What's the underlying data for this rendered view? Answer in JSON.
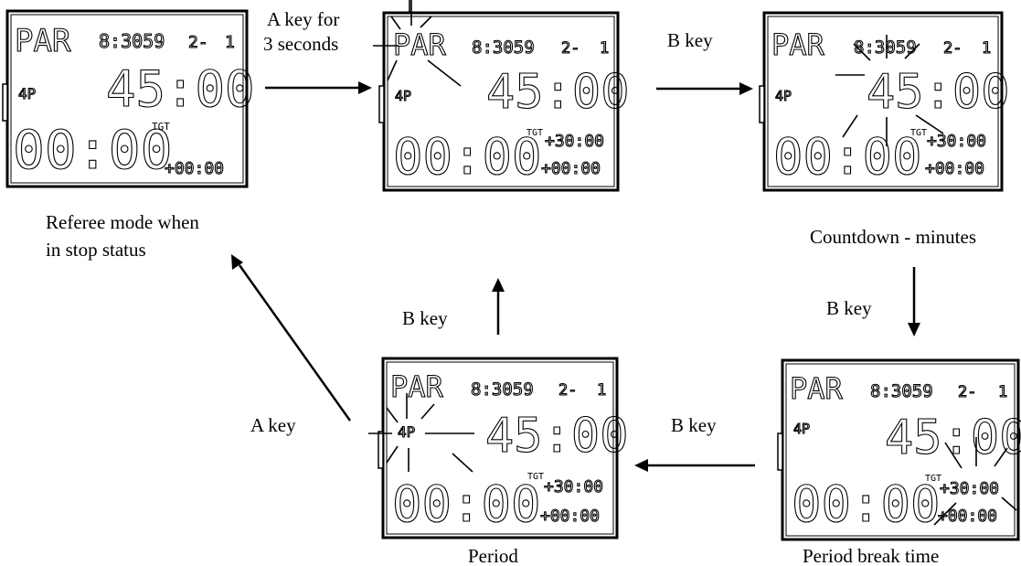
{
  "lcd": {
    "mode_text": "PAR",
    "clock_text": "8:3059",
    "period_text": "2-",
    "period_count_text": "1",
    "main_time_text": "45:00",
    "sub_time_text": "00:00",
    "tgt_label": "TGT",
    "tgt_time_text": "+30:00",
    "extra_time_text": "+00:00",
    "period_icon_text": "4P"
  },
  "labels": {
    "referee_mode_line1": "Referee mode when",
    "referee_mode_line2": "in stop status",
    "a_key_3s_line1": "A  key  for",
    "a_key_3s_line2": "3 seconds",
    "b_key_top": "B key",
    "countdown_minutes": "Countdown - minutes",
    "b_key_right": "B key",
    "b_key_bottom": "B key",
    "b_key_center": "B key",
    "a_key_left": "A key",
    "period": "Period",
    "period_break_time": "Period break time"
  }
}
